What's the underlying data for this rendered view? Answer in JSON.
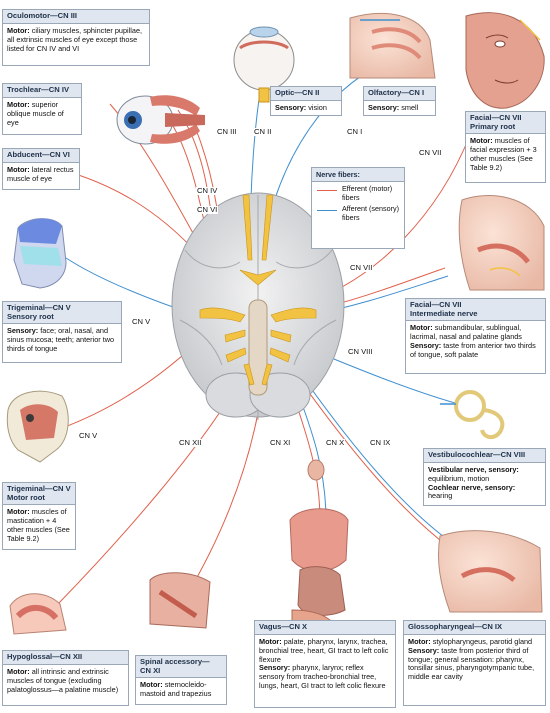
{
  "legend": {
    "title": "Nerve fibers:",
    "efferent": "Efferent (motor) fibers",
    "afferent": "Afferent (sensory) fibers",
    "colors": {
      "efferent": "#e0604a",
      "afferent": "#3f8fd0"
    }
  },
  "nerves": {
    "oculomotor": {
      "title": "Oculomotor—CN III",
      "text": "ciliary muscles, sphincter pupillae, all extrinsic muscles of eye except those listed for CN IV and VI",
      "label": "Motor:"
    },
    "trochlear": {
      "title": "Trochlear—CN IV",
      "label": "Motor:",
      "text": "superior oblique muscle of eye"
    },
    "abducent": {
      "title": "Abducent—CN VI",
      "label": "Motor:",
      "text": "lateral rectus muscle of eye"
    },
    "optic": {
      "title": "Optic—CN II",
      "label": "Sensory:",
      "text": "vision"
    },
    "olfactory": {
      "title": "Olfactory—CN I",
      "label": "Sensory:",
      "text": "smell"
    },
    "facial_primary": {
      "title1": "Facial—CN VII",
      "title2": "Primary root",
      "label": "Motor:",
      "text": "muscles of facial expression + 3 other muscles (See Table 9.2)"
    },
    "trigeminal_sensory": {
      "title1": "Trigeminal—CN V",
      "title2": "Sensory root",
      "label": "Sensory:",
      "text": "face; oral, nasal, and sinus mucosa; teeth; anterior two thirds of tongue"
    },
    "facial_intermediate": {
      "title1": "Facial—CN VII",
      "title2": "Intermediate nerve",
      "label1": "Motor:",
      "text1": "submandibular, sublingual, lacrimal, nasal and palatine glands",
      "label2": "Sensory:",
      "text2": "taste from anterior two thirds of tongue, soft palate"
    },
    "vestibulocochlear": {
      "title": "Vestibulocochlear—CN VIII",
      "label1": "Vestibular nerve, sensory:",
      "text1": "equilibrium, motion",
      "label2": "Cochlear nerve, sensory:",
      "text2": "hearing"
    },
    "trigeminal_motor": {
      "title1": "Trigeminal—CN V",
      "title2": "Motor root",
      "label": "Motor:",
      "text": "muscles of mastication + 4 other muscles (See Table 9.2)"
    },
    "hypoglossal": {
      "title": "Hypoglossal—CN XII",
      "label": "Motor:",
      "text": "all intrinsic and extrinsic muscles of tongue (excluding palatoglossus—a palatine muscle)"
    },
    "spinal_accessory": {
      "title1": "Spinal accessory—",
      "title2": "CN XI",
      "label": "Motor:",
      "text": "sternocleido-mastoid and trapezius"
    },
    "vagus": {
      "title": "Vagus—CN X",
      "label1": "Motor:",
      "text1": "palate, pharynx, larynx, trachea, bronchial tree, heart, GI tract to left colic flexure",
      "label2": "Sensory:",
      "text2": "pharynx, larynx; reflex sensory from tracheo-bronchial tree, lungs, heart, GI tract to left colic flexure"
    },
    "glossopharyngeal": {
      "title": "Glossopharyngeal—CN IX",
      "label1": "Motor:",
      "text1": "stylopharyngeus, parotid gland",
      "label2": "Sensory:",
      "text2": "taste from posterior third of tongue; general sensation: pharynx, tonsillar sinus, pharyngotympanic tube, middle ear cavity"
    }
  },
  "labels": {
    "cn3": "CN III",
    "cn2": "CN II",
    "cn1": "CN I",
    "cn7a": "CN VII",
    "cn4": "CN IV",
    "cn6": "CN VI",
    "cn7b": "CN VII",
    "cn5a": "CN V",
    "cn8": "CN VIII",
    "cn5b": "CN V",
    "cn12": "CN XII",
    "cn11": "CN XI",
    "cn10": "CN X",
    "cn9": "CN IX"
  }
}
